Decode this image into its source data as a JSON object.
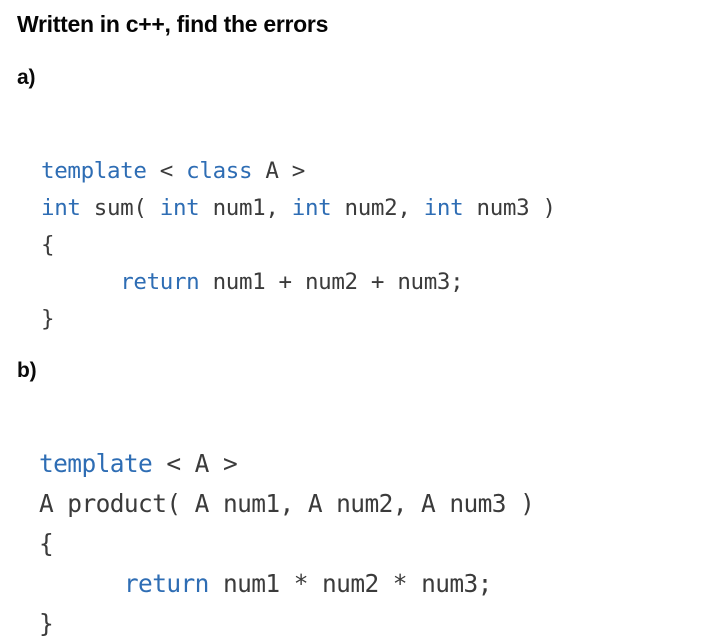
{
  "document": {
    "background_color": "#ffffff",
    "heading": "Written in c++, find the errors",
    "keyword_color": "#2e6db4",
    "plain_code_color": "#3b3b3b",
    "heading_color": "#050505"
  },
  "parts": {
    "a": {
      "label": "a)",
      "code_lines": [
        [
          {
            "text": "template",
            "kind": "keyword"
          },
          {
            "text": " < ",
            "kind": "plain"
          },
          {
            "text": "class",
            "kind": "keyword"
          },
          {
            "text": " A >",
            "kind": "plain"
          }
        ],
        [
          {
            "text": "int",
            "kind": "keyword"
          },
          {
            "text": " sum( ",
            "kind": "plain"
          },
          {
            "text": "int",
            "kind": "keyword"
          },
          {
            "text": " num1, ",
            "kind": "plain"
          },
          {
            "text": "int",
            "kind": "keyword"
          },
          {
            "text": " num2, ",
            "kind": "plain"
          },
          {
            "text": "int",
            "kind": "keyword"
          },
          {
            "text": " num3 )",
            "kind": "plain"
          }
        ],
        [
          {
            "text": "{",
            "kind": "plain"
          }
        ],
        [
          {
            "text": "      ",
            "kind": "plain"
          },
          {
            "text": "return",
            "kind": "keyword"
          },
          {
            "text": " num1 + num2 + num3;",
            "kind": "plain"
          }
        ],
        [
          {
            "text": "}",
            "kind": "plain"
          }
        ]
      ],
      "plain_text": "template < class A >\nint sum( int num1, int num2, int num3 )\n{\n      return num1 + num2 + num3;\n}"
    },
    "b": {
      "label": "b)",
      "code_lines": [
        [
          {
            "text": "template",
            "kind": "keyword"
          },
          {
            "text": " < A >",
            "kind": "plain"
          }
        ],
        [
          {
            "text": "A product( A num1, A num2, A num3 )",
            "kind": "plain"
          }
        ],
        [
          {
            "text": "{",
            "kind": "plain"
          }
        ],
        [
          {
            "text": "      ",
            "kind": "plain"
          },
          {
            "text": "return",
            "kind": "keyword"
          },
          {
            "text": " num1 * num2 * num3;",
            "kind": "plain"
          }
        ],
        [
          {
            "text": "}",
            "kind": "plain"
          }
        ]
      ],
      "plain_text": "template < A >\nA product( A num1, A num2, A num3 )\n{\n      return num1 * num2 * num3;\n}"
    }
  }
}
